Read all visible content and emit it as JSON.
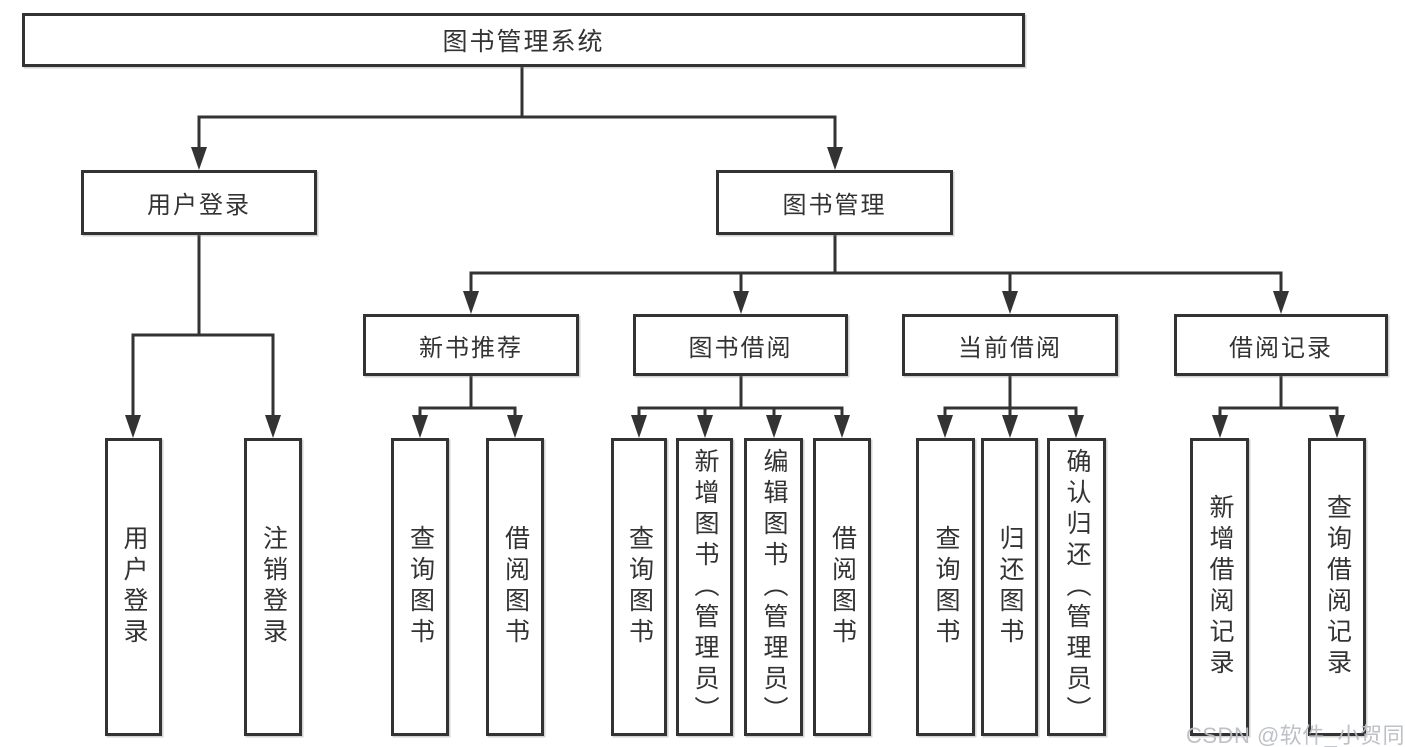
{
  "diagram": {
    "root": "图书管理系统",
    "level1": {
      "login": "用户登录",
      "management": "图书管理"
    },
    "level2": {
      "new_books": "新书推荐",
      "borrowing": "图书借阅",
      "current": "当前借阅",
      "records": "借阅记录"
    },
    "leaves": {
      "login": [
        "用户登录",
        "注销登录"
      ],
      "new_books": [
        "查询图书",
        "借阅图书"
      ],
      "borrowing": [
        "查询图书",
        "新增图书（管理员）",
        "编辑图书（管理员）",
        "借阅图书"
      ],
      "current": [
        "查询图书",
        "归还图书",
        "确认归还（管理员）"
      ],
      "records": [
        "新增借阅记录",
        "查询借阅记录"
      ]
    },
    "colors": {
      "line": "#333333",
      "text": "#333333",
      "background": "#ffffff",
      "watermark": "#babec3"
    }
  },
  "watermark": "CSDN @软件_小贺同学"
}
